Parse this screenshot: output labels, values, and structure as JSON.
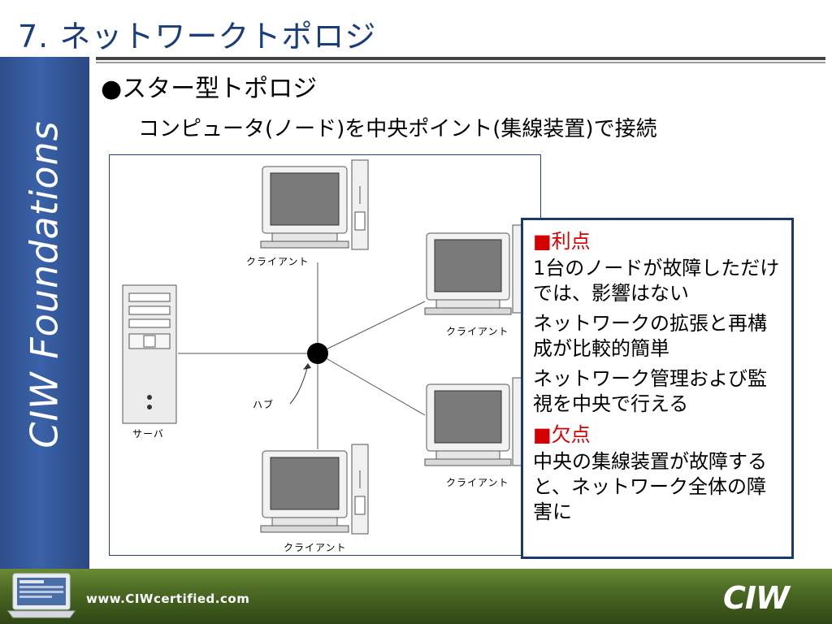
{
  "slide": {
    "title": "7. ネットワークトポロジ",
    "bullet_heading": "●スター型トポロジ",
    "subheading": "コンピュータ(ノード)を中央ポイント(集線装置)で接続"
  },
  "sidebar": {
    "brand": "CIW Foundations"
  },
  "diagram": {
    "labels": {
      "client_top": "クライアント",
      "client_right_upper": "クライアント",
      "client_right_lower": "クライアント",
      "client_bottom": "クライアント",
      "server": "サーバ",
      "hub": "ハブ"
    }
  },
  "callout": {
    "advantages_heading": "■利点",
    "advantages": [
      "1台のノードが故障しただけでは、影響はない",
      "ネットワークの拡張と再構成が比較的簡単",
      "ネットワーク管理および監視を中央で行える"
    ],
    "disadvantages_heading": "■欠点",
    "disadvantages": [
      "中央の集線装置が故障すると、ネットワーク全体の障害に"
    ]
  },
  "footer": {
    "url": "www.CIWcertified.com",
    "logo": "CIW"
  },
  "colors": {
    "title": "#1a3e7a",
    "sidebar": "#3a62a8",
    "accent_red": "#d40000",
    "footer": "#4c6a24"
  }
}
